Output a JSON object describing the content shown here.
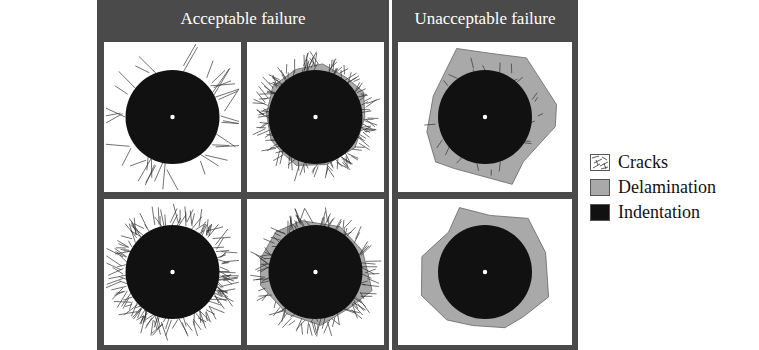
{
  "diagram": {
    "nodes": [
      {
        "text": [
          "Acceptable failure"
        ]
      },
      {
        "text": [
          "Unacceptable failure"
        ]
      }
    ],
    "legend": [
      {
        "text": "Cracks"
      },
      {
        "text": "Delamination",
        "color": "#a9a9a9"
      },
      {
        "text": "Indentation",
        "color": "#111111"
      }
    ]
  }
}
